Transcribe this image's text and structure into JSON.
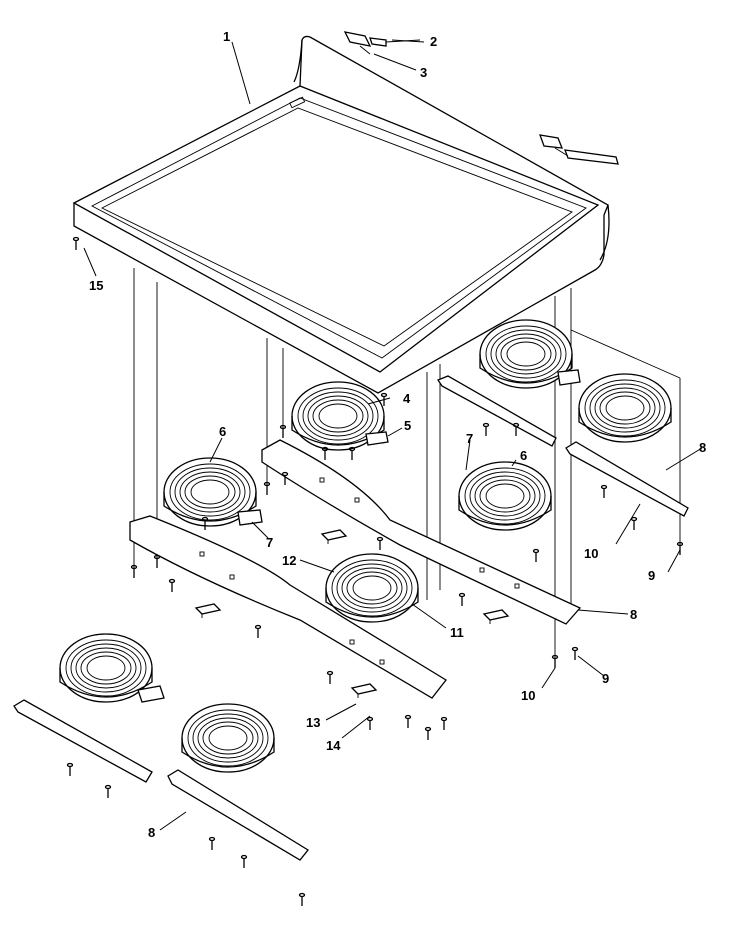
{
  "diagram": {
    "callouts": {
      "c1": "1",
      "c2": "2",
      "c3": "3",
      "c4": "4",
      "c5": "5",
      "c6a": "6",
      "c6b": "6",
      "c7a": "7",
      "c7b": "7",
      "c8a": "8",
      "c8b": "8",
      "c8c": "8",
      "c9a": "9",
      "c9b": "9",
      "c10a": "10",
      "c10b": "10",
      "c11": "11",
      "c12": "12",
      "c13": "13",
      "c14": "14",
      "c15": "15"
    }
  }
}
